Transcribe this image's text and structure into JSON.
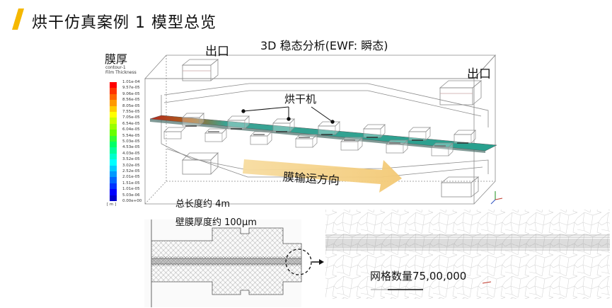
{
  "header": {
    "title": "烘干仿真案例 1    模型总览",
    "accent_color": "#f5b800"
  },
  "subtitle": "3D 稳态分析(EWF: 瞬态)",
  "legend": {
    "title": "膜厚",
    "caption_lines": [
      "contour-1",
      "Film Thickness"
    ],
    "ticks": [
      "1.01e-04",
      "9.57e-05",
      "9.06e-05",
      "8.56e-05",
      "8.05e-05",
      "7.55e-05",
      "7.05e-05",
      "6.54e-05",
      "6.04e-05",
      "5.54e-05",
      "5.03e-05",
      "4.53e-05",
      "4.03e-05",
      "3.52e-05",
      "3.02e-05",
      "2.52e-05",
      "2.01e-05",
      "1.51e-05",
      "1.01e-05",
      "5.03e-06",
      "0.00e+00"
    ],
    "unit": "[ m ]",
    "colors": [
      "#ff0000",
      "#ff3300",
      "#ff6600",
      "#ff9900",
      "#ffcc00",
      "#ffff00",
      "#ccff00",
      "#99ff00",
      "#66ff00",
      "#33ff33",
      "#00ff66",
      "#00ff99",
      "#00ffcc",
      "#00ffff",
      "#00ccff",
      "#0099ff",
      "#0066ff",
      "#0033ff",
      "#0000ff",
      "#0000cc"
    ]
  },
  "annotations": {
    "outlet_left": "出口",
    "outlet_right": "出口",
    "dryer": "烘干机",
    "flow_direction": "膜输运方向",
    "total_length": "总长度约 4m",
    "wall_thickness": "壁膜厚度约 100μm",
    "mesh_count": "网格数量75,00,000"
  },
  "colors": {
    "film_start": "#c0392b",
    "film_mid": "#3aa394",
    "film_end": "#24a08c",
    "arrow_fill": "#f6d38c",
    "outline": "#8a8a8a"
  }
}
